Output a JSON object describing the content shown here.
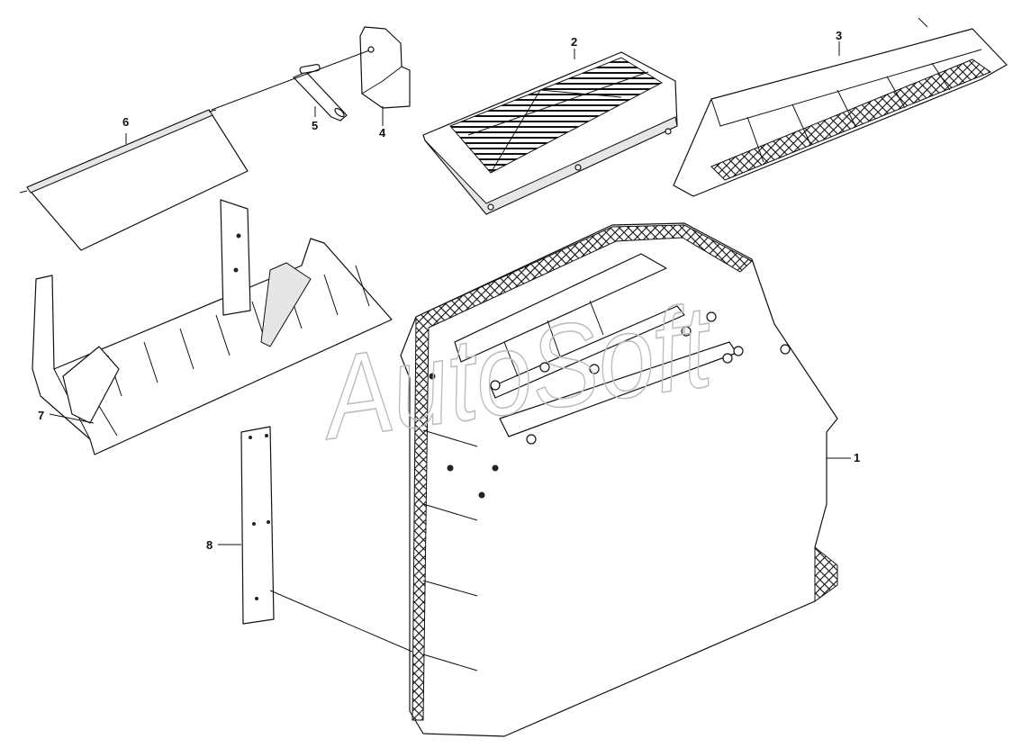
{
  "watermark": {
    "text": "AutoSoft"
  },
  "callouts": [
    {
      "id": "callout-1",
      "label": "1"
    },
    {
      "id": "callout-2",
      "label": "2"
    },
    {
      "id": "callout-3",
      "label": "3"
    },
    {
      "id": "callout-4",
      "label": "4"
    },
    {
      "id": "callout-5",
      "label": "5"
    },
    {
      "id": "callout-6",
      "label": "6"
    },
    {
      "id": "callout-7",
      "label": "7"
    },
    {
      "id": "callout-8",
      "label": "8"
    }
  ],
  "colors": {
    "line": "#111111",
    "background": "#ffffff",
    "watermark": "#bdbdbd"
  }
}
